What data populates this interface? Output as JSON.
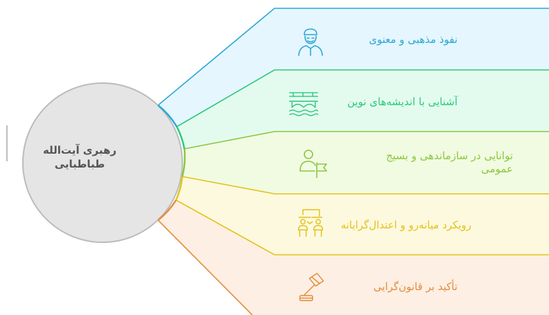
{
  "center": {
    "line1": "رهبری آیت‌الله",
    "line2": "طباطبایی"
  },
  "segments": [
    {
      "label": "نفوذ مذهبی و معنوی",
      "icon": "cleric-person-icon",
      "color": "#2aa7d6",
      "fill": "#e5f6fe"
    },
    {
      "label": "آشنایی با اندیشه‌های نوین",
      "icon": "bridge-icon",
      "color": "#2cc97a",
      "fill": "#e3fbef"
    },
    {
      "label": "توانایی در سازماندهی و بسیج",
      "label2": "عمومی",
      "icon": "leader-flag-icon",
      "color": "#8dc63f",
      "fill": "#f0fbe2"
    },
    {
      "label": "رویکرد میانه‌رو و اعتدال‌گرایانه",
      "icon": "discussion-icon",
      "color": "#e3c21a",
      "fill": "#fdf9df"
    },
    {
      "label": "تأکید بر قانون‌گرایی",
      "icon": "gavel-icon",
      "color": "#e38c3c",
      "fill": "#fdefe3"
    }
  ]
}
